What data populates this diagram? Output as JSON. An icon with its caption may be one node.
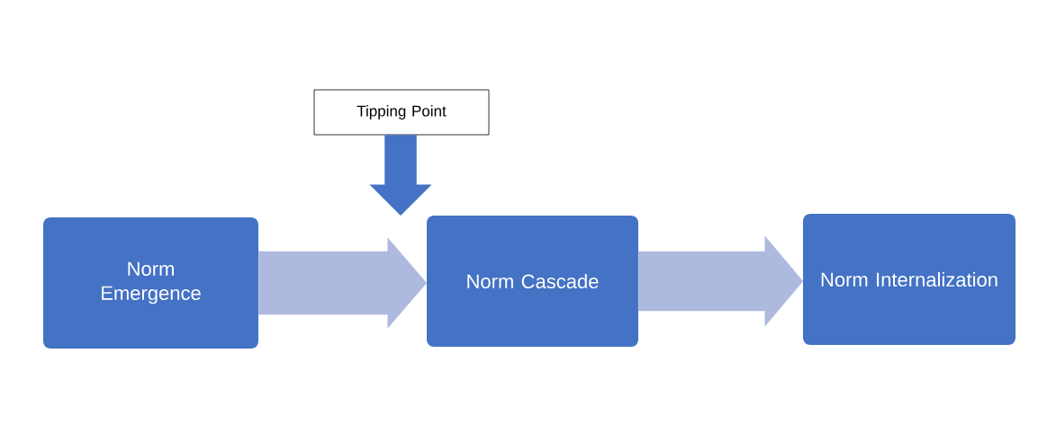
{
  "diagram": {
    "nodes": [
      {
        "text": [
          "Norm Emergence"
        ]
      },
      {
        "text": [
          "Norm Cascade"
        ]
      },
      {
        "text": [
          "Norm Internalization"
        ]
      },
      {
        "text": [
          "Tipping Point"
        ]
      }
    ],
    "edges": [
      {
        "from": 0,
        "to": 1,
        "arrow": "to",
        "style": "thick"
      },
      {
        "from": 1,
        "to": 2,
        "arrow": "to",
        "style": "thick"
      },
      {
        "from": 3,
        "to": 1,
        "arrow": "to",
        "style": "thick",
        "color": "#4472c4"
      }
    ]
  }
}
